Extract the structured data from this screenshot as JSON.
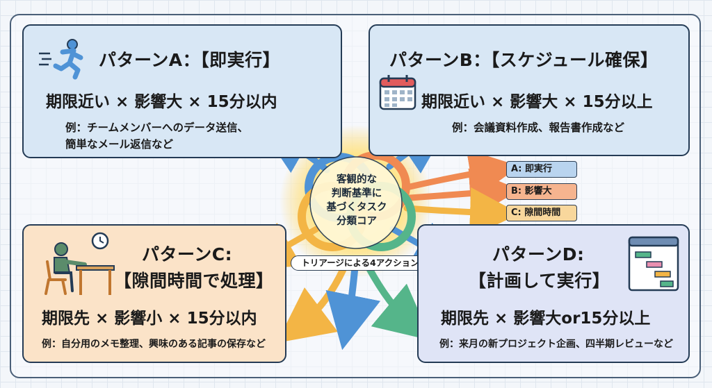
{
  "core": {
    "label": "客観的な判断基準に基づくタスク分類コア",
    "lines": [
      "客観的な",
      "判断基準に",
      "基づくタスク",
      "分類コア"
    ],
    "badge": "トリアージによる4アクション"
  },
  "legend": [
    {
      "label": "A: 即実行",
      "color": "#b9d4ef"
    },
    {
      "label": "B: 影響大",
      "color": "#f6b48f"
    },
    {
      "label": "C: 隙間時間",
      "color": "#f8d79c"
    }
  ],
  "patterns": {
    "a": {
      "title": "パターンA：【即実行】",
      "condition": "期限近い × 影響大 × 15分以内",
      "example_line1": "例：チームメンバーへのデータ送信、",
      "example_line2": "簡単なメール返信など",
      "icon": "running-person-icon"
    },
    "b": {
      "title": "パターンB：【スケジュール確保】",
      "condition": "期限近い × 影響大 × 15分以上",
      "example": "例：会議資料作成、報告書作成など",
      "icon": "calendar-icon"
    },
    "c": {
      "title_line1": "パターンC:",
      "title_line2": "【隙間時間で処理】",
      "condition": "期限先 × 影響小 × 15分以内",
      "example": "例：自分用のメモ整理、興味のある記事の保存など",
      "icon": "person-at-desk-icon"
    },
    "d": {
      "title_line1": "パターンD:",
      "title_line2": "【計画して実行】",
      "condition": "期限先 × 影響大or15分以上",
      "example": "例：来月の新プロジェクト企画、四半期レビューなど",
      "icon": "gantt-chart-icon"
    }
  },
  "colors": {
    "blue": "#4f93d6",
    "orange": "#f08a52",
    "yellow": "#f3b545",
    "green": "#55b58a",
    "navy": "#243b55"
  }
}
